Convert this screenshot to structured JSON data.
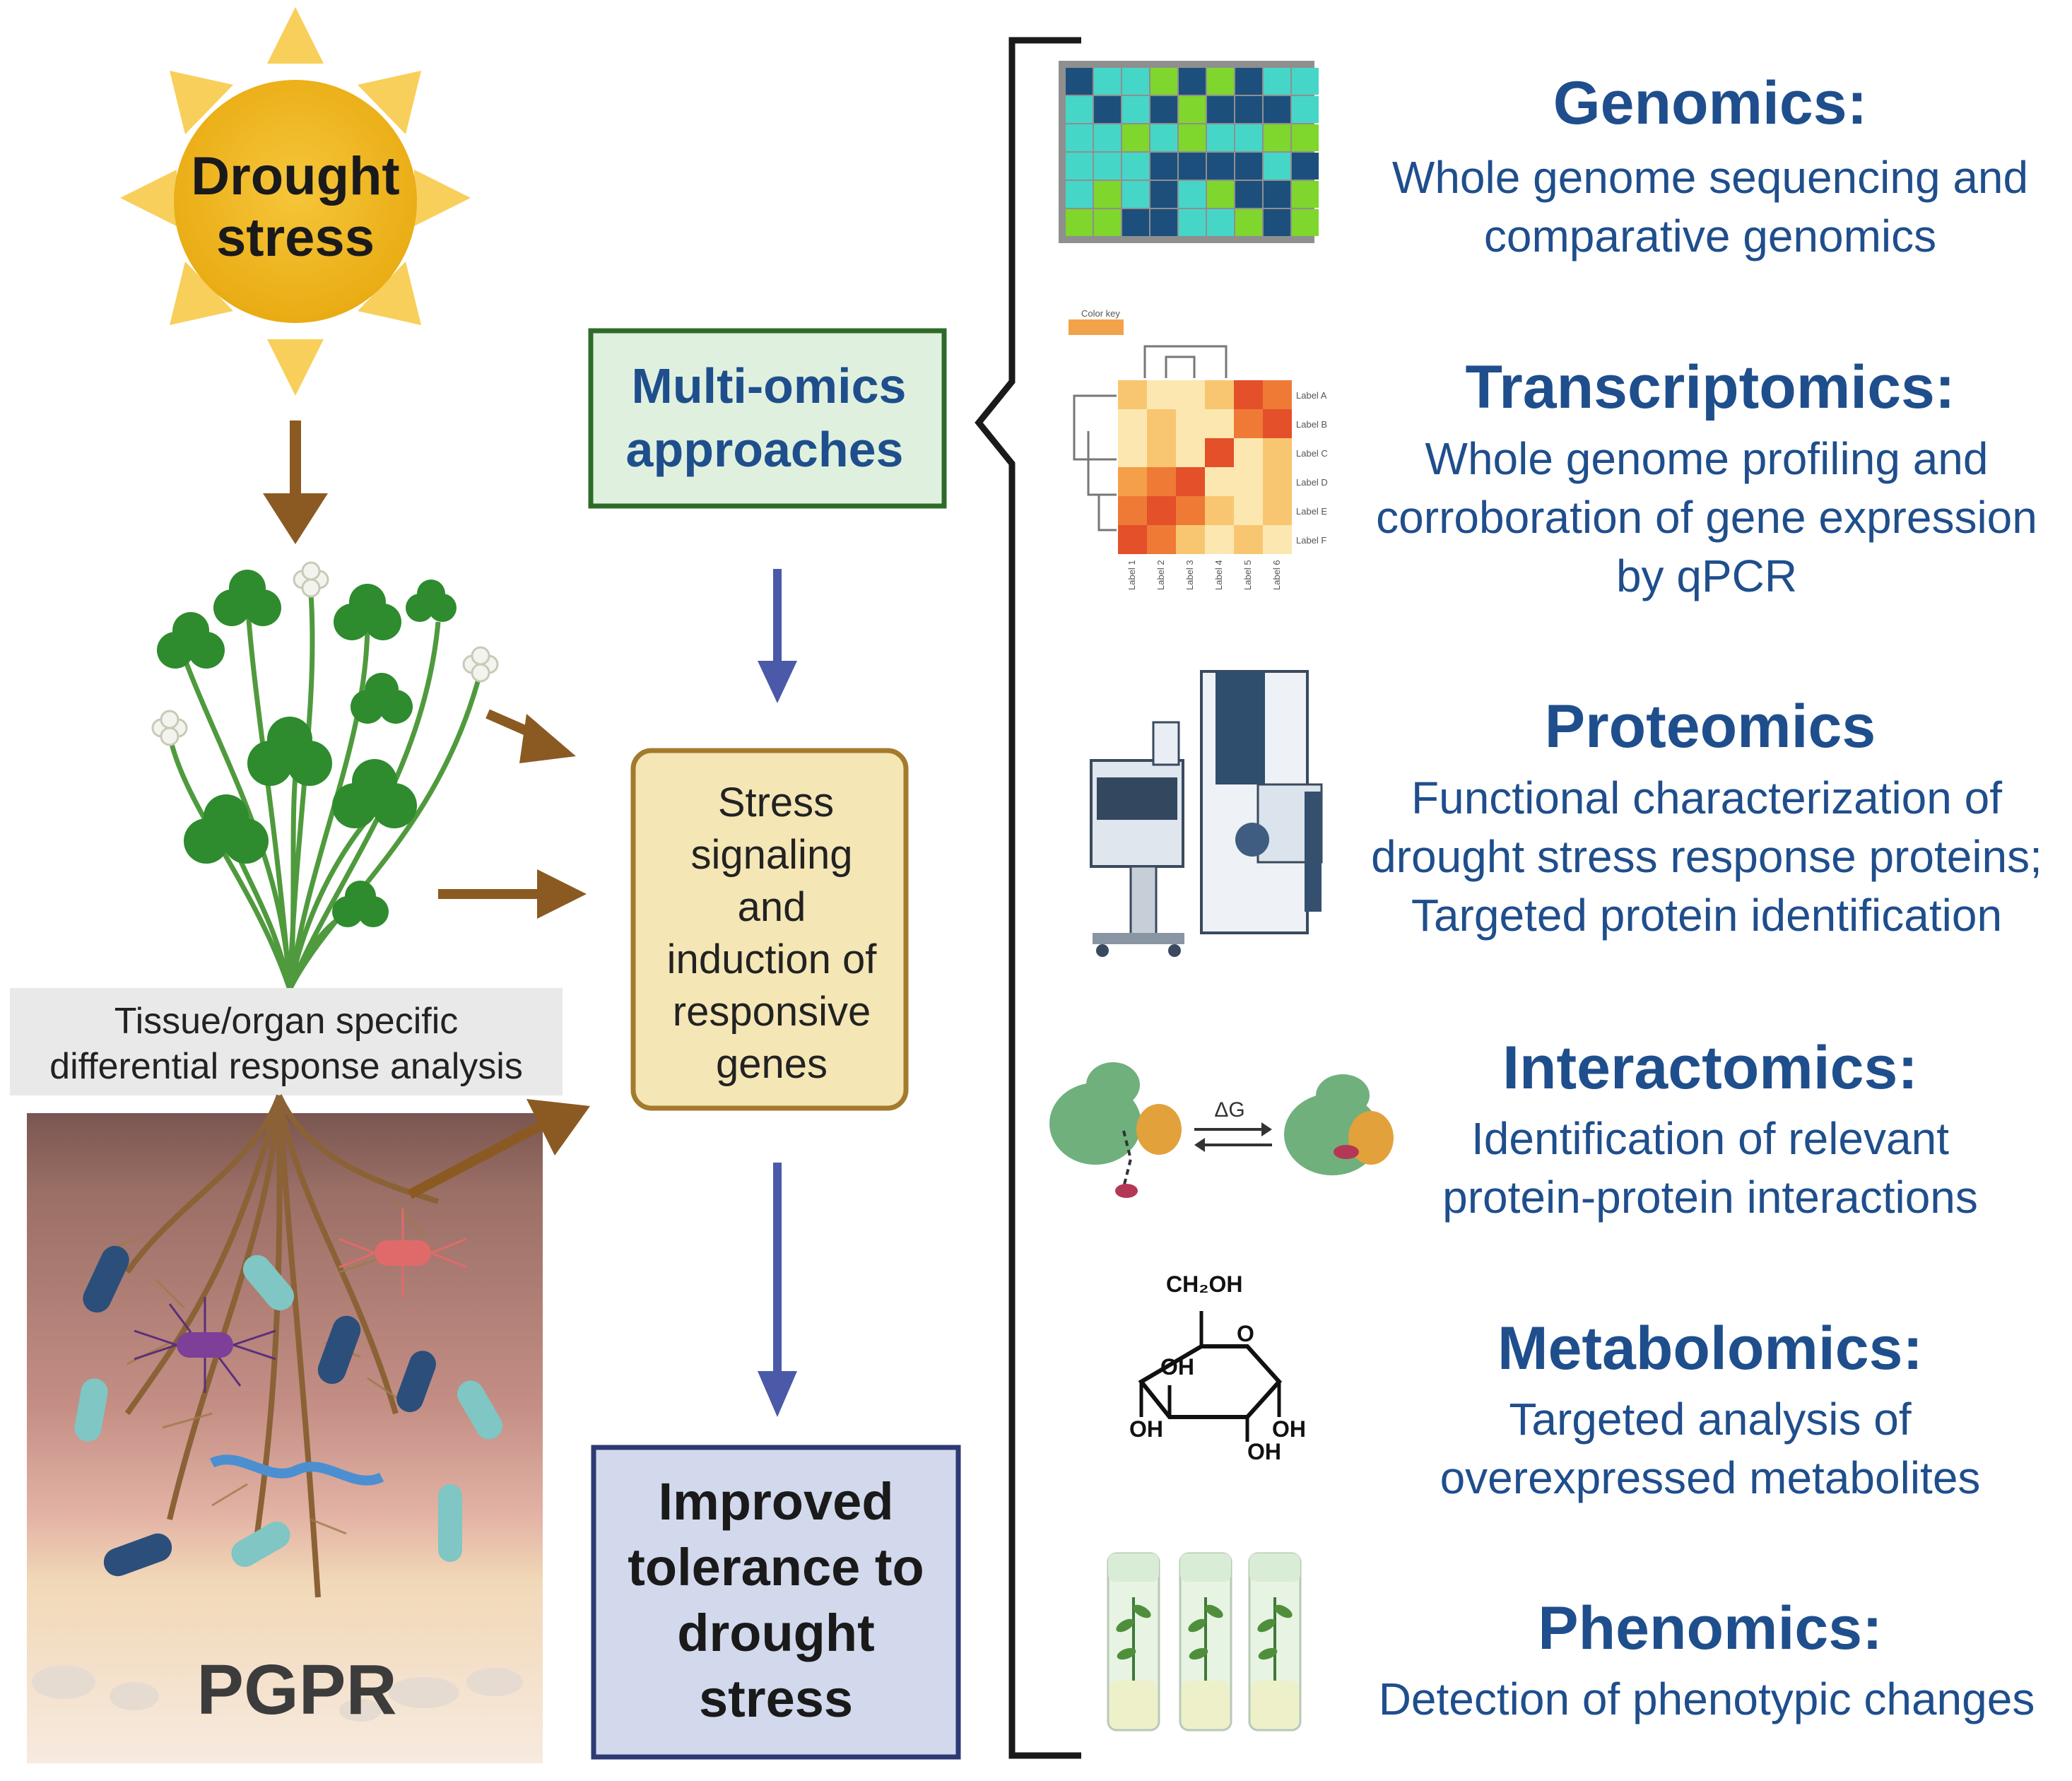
{
  "left": {
    "sun_label_line1": "Drought",
    "sun_label_line2": "stress",
    "tissue_label_line1": "Tissue/organ specific",
    "tissue_label_line2": "differential response analysis",
    "soil_label": "PGPR"
  },
  "center": {
    "multiomics_line1": "Multi-omics",
    "multiomics_line2": "approaches",
    "stress_lines": [
      "Stress",
      "signaling",
      "and",
      "induction of",
      "responsive",
      "genes"
    ],
    "improved_lines": [
      "Improved",
      "tolerance to",
      "drought",
      "stress"
    ]
  },
  "omics": [
    {
      "title": "Genomics:",
      "desc": [
        "Whole genome sequencing and",
        "comparative genomics"
      ]
    },
    {
      "title": "Transcriptomics:",
      "desc": [
        "Whole genome profiling and",
        "corroboration of gene expression",
        "by qPCR"
      ]
    },
    {
      "title": "Proteomics",
      "desc": [
        "Functional characterization of",
        "drought stress response proteins;",
        "Targeted protein identification"
      ]
    },
    {
      "title": "Interactomics:",
      "desc": [
        "Identification of relevant",
        "protein-protein interactions"
      ]
    },
    {
      "title": "Metabolomics:",
      "desc": [
        "Targeted analysis of",
        "overexpressed metabolites"
      ]
    },
    {
      "title": "Phenomics:",
      "desc": [
        "Detection of phenotypic changes"
      ]
    }
  ],
  "icons": {
    "heatmap_color_key": "Color key",
    "heatmap_row_labels": [
      "Label A",
      "Label B",
      "Label C",
      "Label D",
      "Label E",
      "Label F"
    ],
    "heatmap_col_labels": [
      "Label 1",
      "Label 2",
      "Label 3",
      "Label 4",
      "Label 5",
      "Label 6"
    ],
    "delta_g": "ΔG",
    "glucose": {
      "ch2oh": "CH₂OH",
      "o": "O",
      "oh_top": "OH",
      "oh_left": "OH",
      "oh_right": "OH",
      "oh_bottom": "OH"
    }
  },
  "colors": {
    "title_blue": "#1f4e8c",
    "sun_yellow": "#f2b51c",
    "arrow_brown": "#8b5a22",
    "arrow_blue": "#4a5aa8",
    "multiomics_border": "#2e6b2a",
    "multiomics_fill": "#dff1de",
    "stress_border": "#a47a2c",
    "stress_fill": "#f4e6b5",
    "improved_border": "#2d3a74",
    "improved_fill": "#d2d9ec"
  }
}
